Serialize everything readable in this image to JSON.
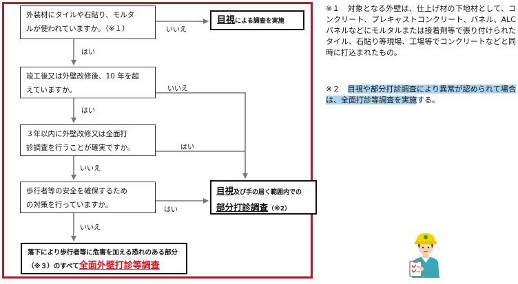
{
  "flowchart": {
    "q1": [
      "外装材にタイルや石貼り、モルタ",
      "ルが使われていますか。（※１）"
    ],
    "q2": [
      "竣工後又は外壁改修後、10 年を超",
      "えていますか。"
    ],
    "q3": [
      "３年以内に外壁改修又は全面打",
      "診調査を行うことが確実ですか。"
    ],
    "q4": [
      "歩行者等の安全を確保するため",
      "の対策を行っていますか。"
    ],
    "result_visual": {
      "big": "目視",
      "small": "による調査を実施"
    },
    "result_partial": {
      "line1_big": "目視",
      "line1_small": "及び手の届く範囲内での",
      "line2_big": "部分打診調査",
      "line2_small": "（※2）"
    },
    "result_full": {
      "line1": "落下により歩行者等に危害を加える恐れのある部分",
      "line2_prefix": "（※３）のすべて",
      "line2_red": "全面外壁打診等調査"
    },
    "labels": {
      "q1_no": "いいえ",
      "q1_yes": "はい",
      "q2_no": "いいえ",
      "q2_yes": "はい",
      "q3_yes_right": "はい",
      "q3_no_down": "いいえ",
      "q4_yes_right": "はい",
      "q4_no_down": "いいえ"
    }
  },
  "notes": {
    "note1": "※１　対象となる外壁は、仕上げ材の下地材として、コンクリート、プレキャストコンクリート、パネル、ALCパネルなどにモルタルまたは接着剤等で張り付けられたタイル、石貼り等現場、工場等でコンクリートなどと同時に打込まれたもの。",
    "note2_prefix": "※２　",
    "note2_highlight": "目視や部分打診調査により異常が認められて場合は、全面打診等調査を実施",
    "note2_suffix": "する。"
  },
  "colors": {
    "frame_border": "#c8141e",
    "emphasis_red": "#e0101c",
    "highlight": "#a9d3ee",
    "arrow": "#777777"
  },
  "icons": {
    "illustration": "construction-worker-with-clipboard-icon"
  }
}
